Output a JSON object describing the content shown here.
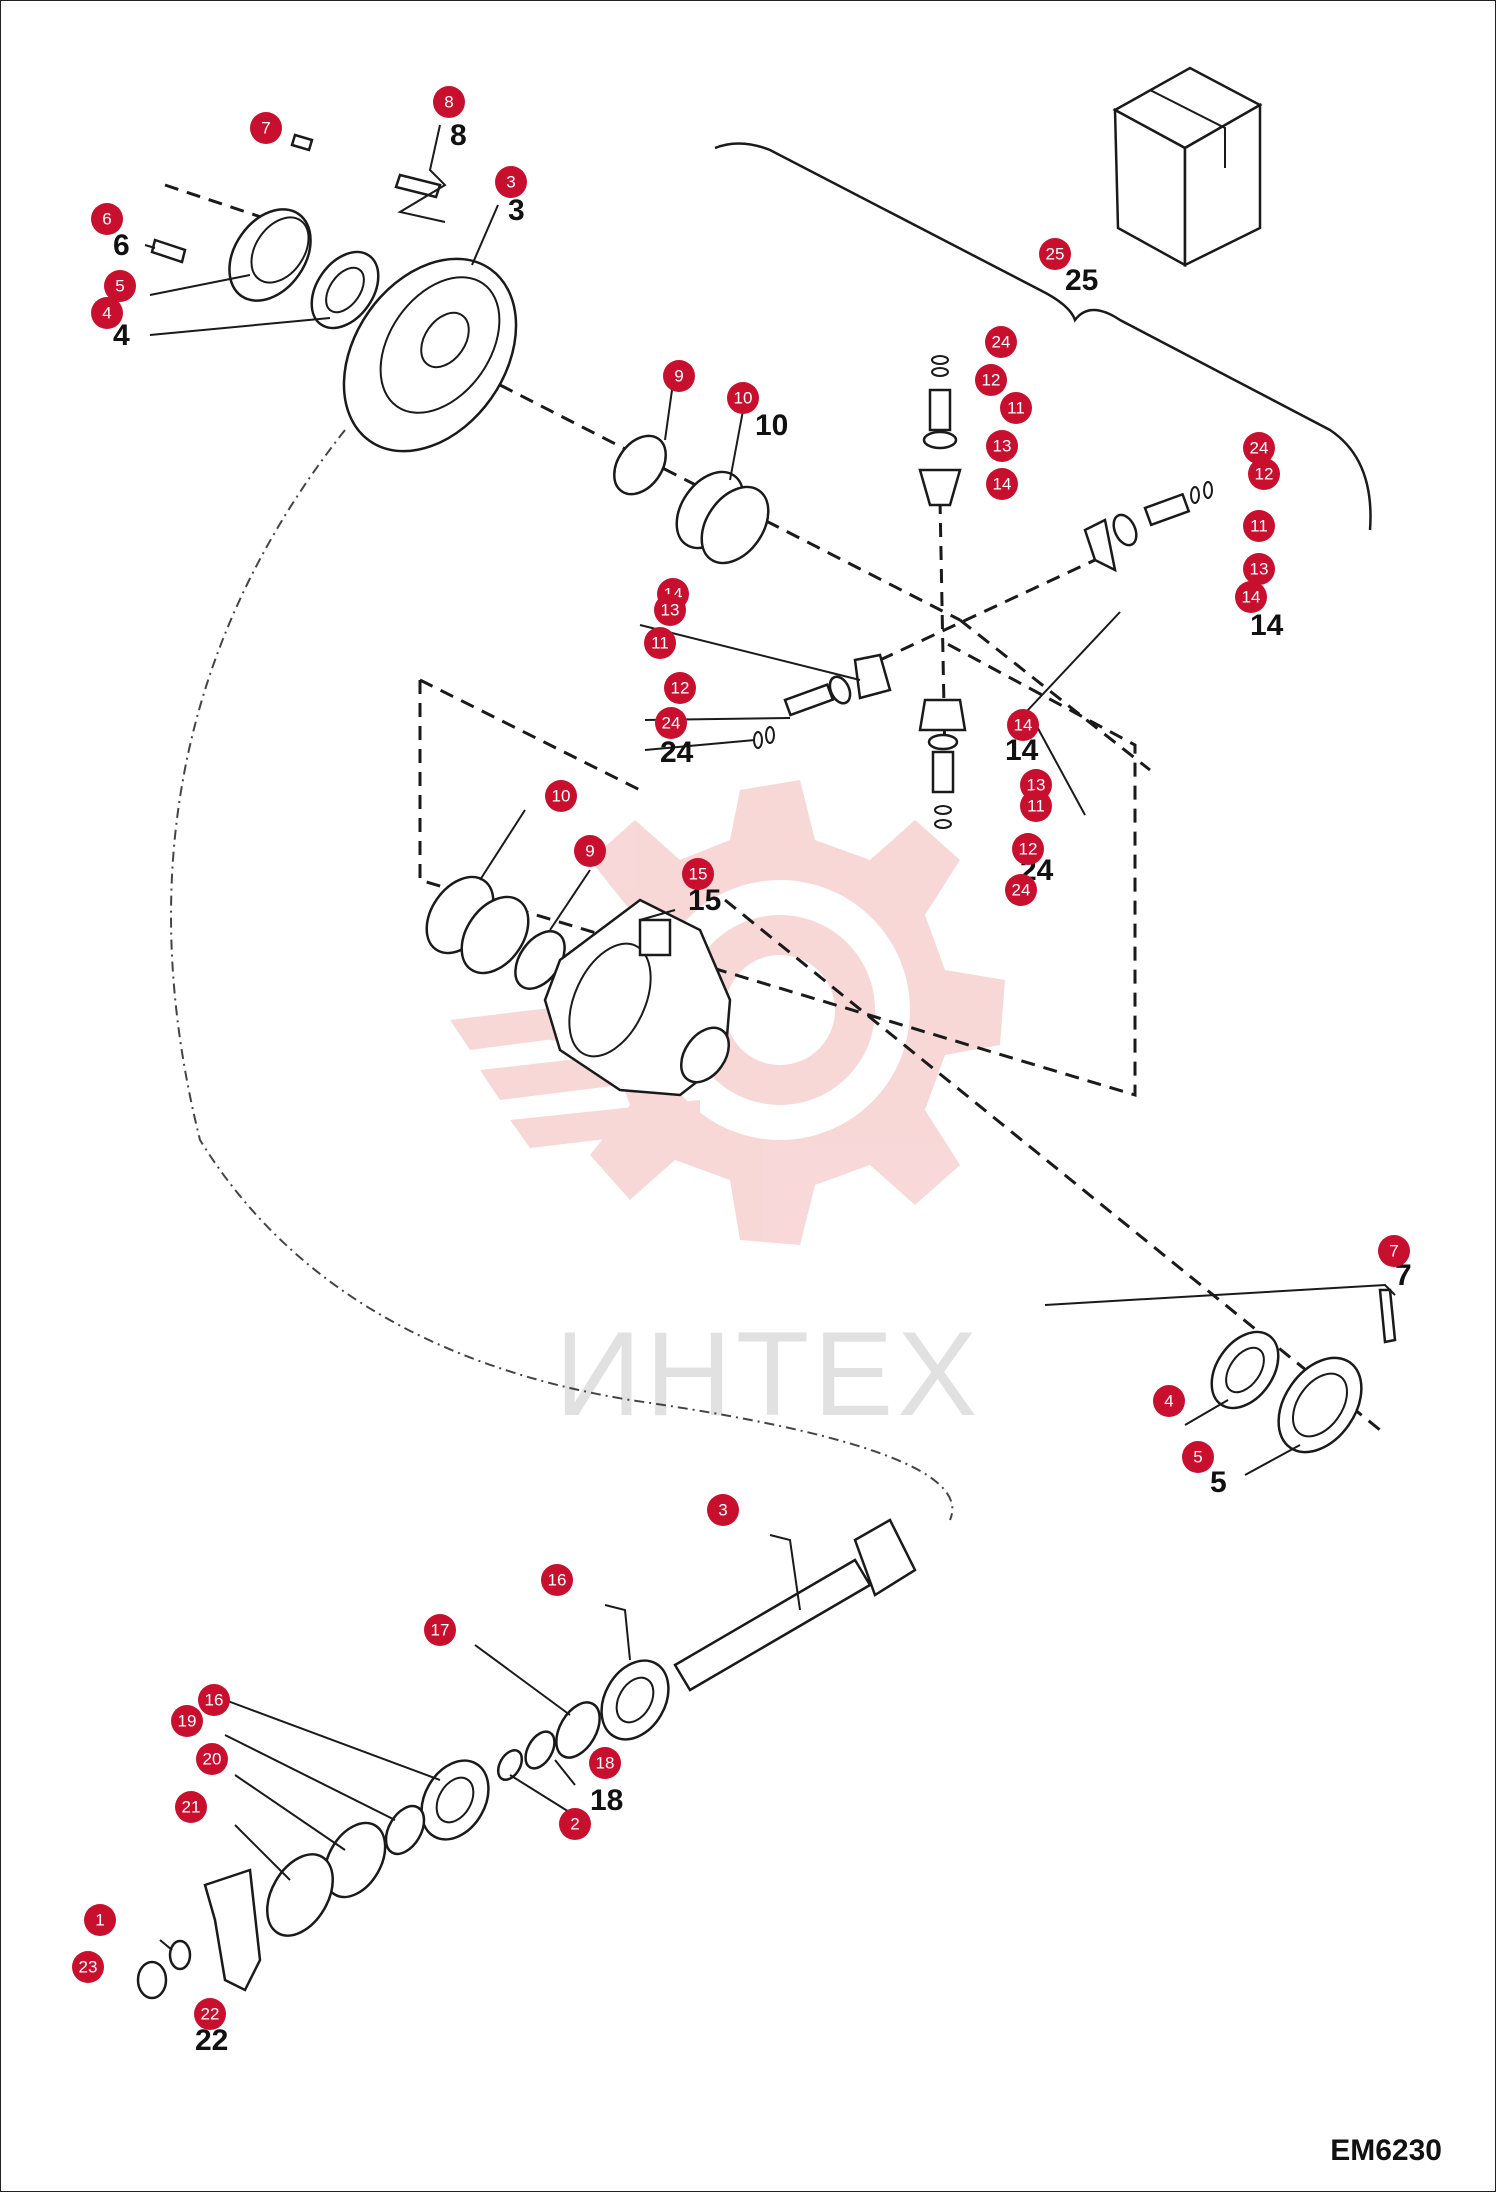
{
  "watermark": {
    "text": "ИНТЕХ",
    "color": "#f6caca"
  },
  "drawing_code": "EM6230",
  "callouts": [
    {
      "n": "7"
    },
    {
      "n": "8"
    },
    {
      "n": "3"
    },
    {
      "n": "6"
    },
    {
      "n": "5"
    },
    {
      "n": "4"
    },
    {
      "n": "9"
    },
    {
      "n": "10"
    },
    {
      "n": "24"
    },
    {
      "n": "12"
    },
    {
      "n": "11"
    },
    {
      "n": "13"
    },
    {
      "n": "14"
    },
    {
      "n": "25"
    },
    {
      "n": "24"
    },
    {
      "n": "12"
    },
    {
      "n": "11"
    },
    {
      "n": "13"
    },
    {
      "n": "14"
    },
    {
      "n": "14"
    },
    {
      "n": "13"
    },
    {
      "n": "11"
    },
    {
      "n": "12"
    },
    {
      "n": "24"
    },
    {
      "n": "14"
    },
    {
      "n": "13"
    },
    {
      "n": "11"
    },
    {
      "n": "12"
    },
    {
      "n": "24"
    },
    {
      "n": "10"
    },
    {
      "n": "9"
    },
    {
      "n": "15"
    },
    {
      "n": "7"
    },
    {
      "n": "4"
    },
    {
      "n": "5"
    },
    {
      "n": "3"
    },
    {
      "n": "16"
    },
    {
      "n": "17"
    },
    {
      "n": "16"
    },
    {
      "n": "19"
    },
    {
      "n": "20"
    },
    {
      "n": "18"
    },
    {
      "n": "2"
    },
    {
      "n": "21"
    },
    {
      "n": "1"
    },
    {
      "n": "23"
    },
    {
      "n": "22"
    }
  ],
  "badge_color": "#c8102e"
}
